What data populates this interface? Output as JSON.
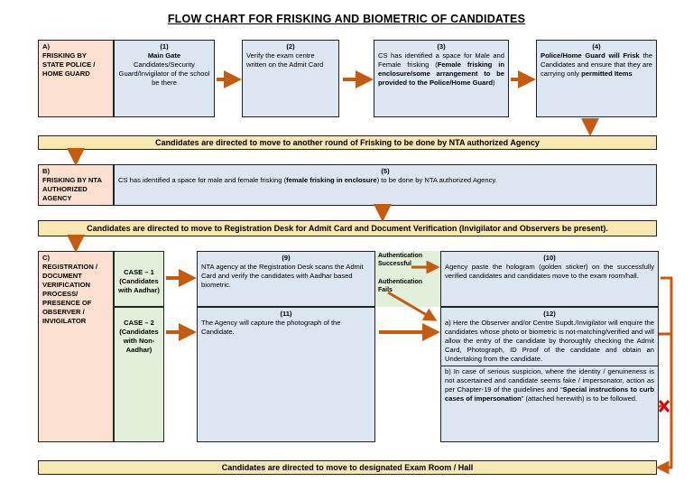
{
  "title": "FLOW CHART FOR FRISKING AND BIOMETRIC OF CANDIDATES",
  "row_a": {
    "label": "A)\nFRISKING BY STATE POLICE / HOME GUARD",
    "step1": {
      "num": "(1)",
      "head": "Main Gate",
      "text": "Candidates/Security Guard/Invigilator of the school be there"
    },
    "step2": {
      "num": "(2)",
      "text": "Verify the exam centre written on the Admit Card"
    },
    "step3": {
      "num": "(3)",
      "text_pre": "CS has identified a space for Male and Female frisking (",
      "text_bold": "Female frisking in enclosure/some arrangement to be provided to the Police/Home Guard",
      "text_post": ")"
    },
    "step4": {
      "num": "(4)",
      "text_bold1": "Police/Home Guard will Frisk",
      "text_mid": " the Candidates and ensure that they are carrying only ",
      "text_bold2": "permitted Items"
    }
  },
  "bar1": "Candidates are directed to move to another round of Frisking to be done by NTA authorized Agency",
  "row_b": {
    "label": "B)\nFRISKING BY NTA AUTHORIZED AGENCY",
    "step5": {
      "num": "(5)",
      "text_pre": "CS has identified a space for male and female frisking (",
      "text_bold": "female frisking in enclosure",
      "text_post": ") to be done by NTA authorized Agency."
    }
  },
  "bar2": "Candidates are directed to move to Registration Desk for Admit Card and Document Verification (Invigilator and Observers be present).",
  "row_c": {
    "label": "C)\nREGISTRATION / DOCUMENT VERIFICATION PROCESS/ PRESENCE OF OBSERVER / INVIGILATOR",
    "case1": "CASE – 1 (Candidates with Aadhar)",
    "case2": "CASE – 2 (Candidates with Non-Aadhar)",
    "step9": {
      "num": "(9)",
      "text": "NTA agency at the Registration Desk scans the Admit Card and verify the candidates with Aadhar based biometric."
    },
    "step11": {
      "num": "(11)",
      "text": "The Agency will capture the photograph of the Candidate."
    },
    "auth_success": "Authentication Successful",
    "auth_fails": "Authentication Fails",
    "step10": {
      "num": "(10)",
      "text": "Agency paste the hologram (golden sticker) on the successfully verified candidates and candidates move to the exam room/hall."
    },
    "step12": {
      "num": "(12)",
      "a": "a) Here the Observer and/or Centre Supdt./Invigilator will enquire the candidates whose photo or biometric is not-matching/verified and will allow the entry of the candidate by thoroughly checking the Admit Card, Photograph, ID Proof of the candidate and obtain an Undertaking from the candidate.",
      "b_pre": "b) In case of serious suspicion, where the identity / genuineness is not ascertained and candidate seems fake / impersonator, action as per Chapter-19 of the guidelines and “",
      "b_bold": "Special instructions to curb cases of impersonation",
      "b_post": "” (attached herewith) is to be followed."
    }
  },
  "bar3": "Candidates are directed to move to designated Exam Room / Hall",
  "colors": {
    "arrow": "#c55a11",
    "blue": "#dce6f1",
    "peach": "#fbe0d0",
    "green": "#e2efd9",
    "gold": "#f6e7b3",
    "cross": "#e00000"
  }
}
